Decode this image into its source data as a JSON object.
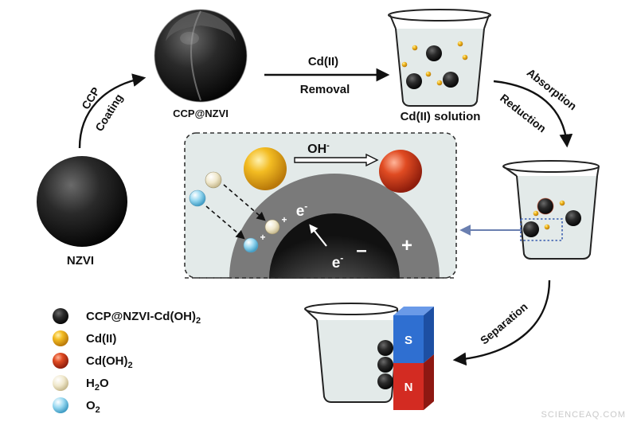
{
  "labels": {
    "nzvi": "NZVI",
    "ccp_nzvi": "CCP@NZVI",
    "ccp": "CCP",
    "coating": "Coating",
    "cd_ii": "Cd(II)",
    "removal": "Removal",
    "cd_solution": "Cd(II) solution",
    "absorption": "Absorption",
    "reduction": "Reduction",
    "separation": "Separation",
    "oh": "OH",
    "oh_sup": "-",
    "e_minus": "e",
    "e_sup": "-",
    "minus_sign": "–",
    "plus_sign": "+",
    "magnet_s": "S",
    "magnet_n": "N"
  },
  "legend": [
    {
      "main": "CCP@NZVI-Cd(OH)",
      "sub": "2",
      "tail": "",
      "color": "#3a3a3a",
      "icon": "ccp-nzvi-cd-oh2-sphere-icon"
    },
    {
      "main": "Cd(II)",
      "sub": "",
      "tail": "",
      "color": "#e8a810",
      "icon": "cd-ii-sphere-icon"
    },
    {
      "main": "Cd(OH)",
      "sub": "2",
      "tail": "",
      "color": "#d2401e",
      "icon": "cd-oh2-sphere-icon"
    },
    {
      "main": "H",
      "sub": "2",
      "tail": "O",
      "color": "#efe6c6",
      "icon": "h2o-sphere-icon"
    },
    {
      "main": "O",
      "sub": "2",
      "tail": "",
      "color": "#8fd4ee",
      "icon": "o2-sphere-icon"
    }
  ],
  "colors": {
    "nzvi_core": "#1c1c1c",
    "shell_gray": "#7a7a7a",
    "cd_ii": "#e8a810",
    "cd_oh2": "#d2401e",
    "h2o": "#efe6c6",
    "o2": "#8fd4ee",
    "water": "#e3eae9",
    "magnet_blue": "#2f6fd1",
    "magnet_red": "#d32b22",
    "link_arrow": "#6a7fb0"
  },
  "watermark": "SCIENCEAQ.COM"
}
